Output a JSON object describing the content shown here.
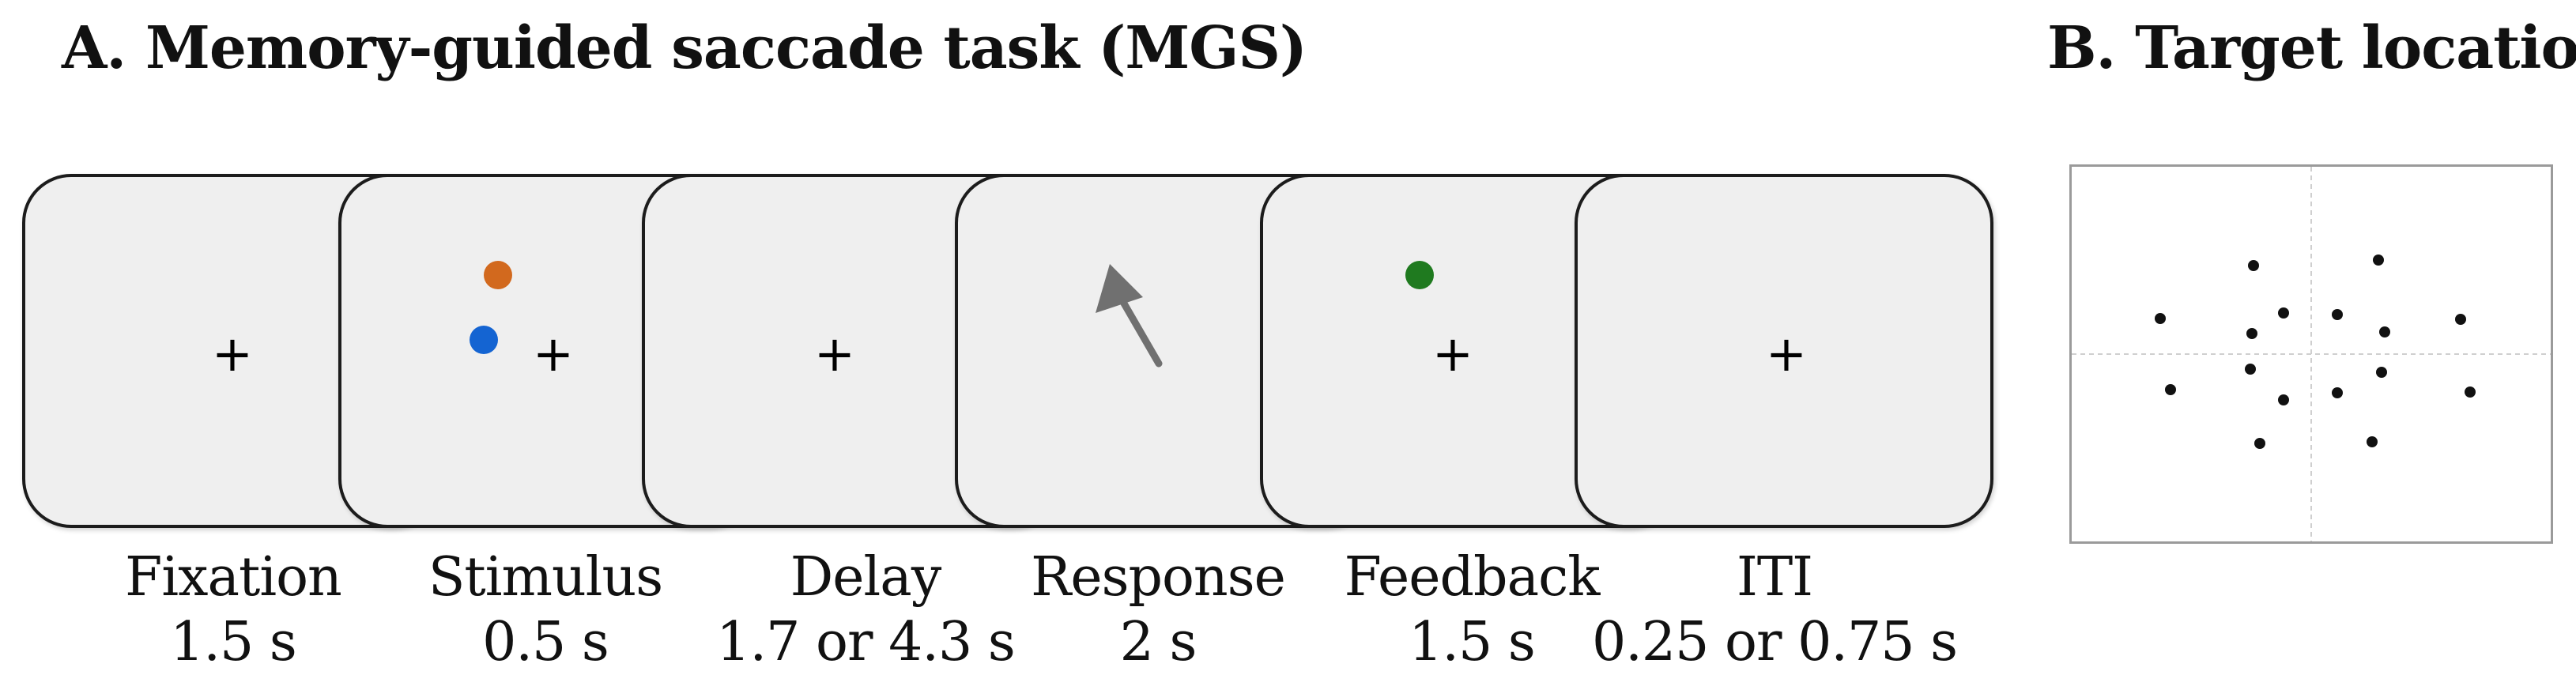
{
  "panel_a": {
    "title": "A. Memory-guided saccade task (MGS)",
    "screens": [
      {
        "id": "fixation",
        "label": "Fixation",
        "duration": "1.5 s"
      },
      {
        "id": "stimulus",
        "label": "Stimulus",
        "duration": "0.5 s"
      },
      {
        "id": "delay",
        "label": "Delay",
        "duration": "1.7 or 4.3 s"
      },
      {
        "id": "response",
        "label": "Response",
        "duration": "2 s"
      },
      {
        "id": "feedback",
        "label": "Feedback",
        "duration": "1.5 s"
      },
      {
        "id": "iti",
        "label": "ITI",
        "duration": "0.25 or 0.75 s"
      }
    ],
    "colors": {
      "stimulus_target": "#d2691e",
      "stimulus_cue": "#1464d2",
      "feedback_dot": "#1f7a1f",
      "arrow": "#707070",
      "screen_fill": "#efefef"
    }
  },
  "panel_b": {
    "title": "B. Target locations"
  }
}
